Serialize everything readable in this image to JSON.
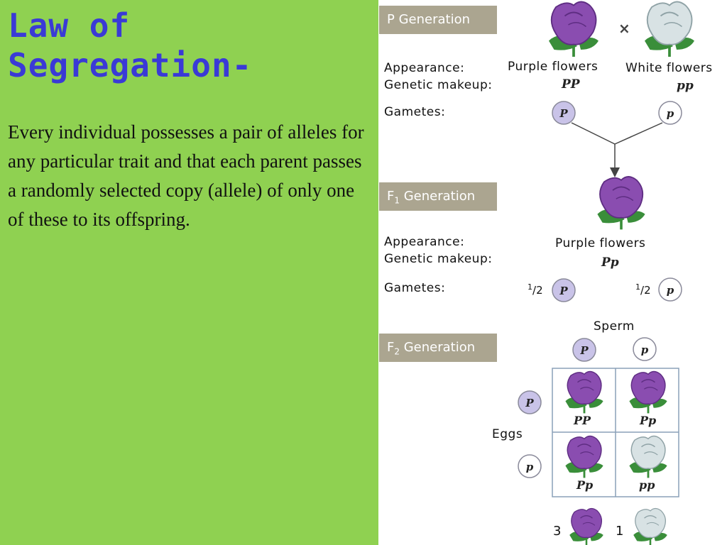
{
  "slide": {
    "title_line1": "Law of",
    "title_line2": "Segregation-",
    "body": "Every individual possesses a pair of alleles for any particular trait and that each parent passes a randomly selected copy (allele) of only one of these to its offspring."
  },
  "diagram": {
    "p_generation": {
      "label": "P Generation",
      "cross_symbol": "×",
      "appearance_label": "Appearance:",
      "genetic_makeup_label": "Genetic makeup:",
      "gametes_label": "Gametes:",
      "parent1": {
        "appearance": "Purple flowers",
        "genotype": "PP",
        "gamete": "P"
      },
      "parent2": {
        "appearance": "White flowers",
        "genotype": "pp",
        "gamete": "p"
      }
    },
    "f1_generation": {
      "label_prefix": "F",
      "label_sub": "1",
      "label_suffix": " Generation",
      "appearance_label": "Appearance:",
      "genetic_makeup_label": "Genetic makeup:",
      "gametes_label": "Gametes:",
      "appearance": "Purple flowers",
      "genotype": "Pp",
      "gamete1": {
        "num": "1",
        "den": "2",
        "allele": "P"
      },
      "gamete2": {
        "num": "1",
        "den": "2",
        "allele": "p"
      }
    },
    "f2_generation": {
      "label_prefix": "F",
      "label_sub": "2",
      "label_suffix": " Generation",
      "sperm_label": "Sperm",
      "eggs_label": "Eggs",
      "sperm": [
        "P",
        "p"
      ],
      "eggs": [
        "P",
        "p"
      ],
      "grid": [
        [
          {
            "genotype": "PP",
            "color": "purple"
          },
          {
            "genotype": "Pp",
            "color": "purple"
          }
        ],
        [
          {
            "genotype": "Pp",
            "color": "purple"
          },
          {
            "genotype": "pp",
            "color": "white"
          }
        ]
      ],
      "ratio_purple": "3",
      "ratio_white": "1"
    },
    "colors": {
      "purple_flower": "#8a4db0",
      "white_flower": "#d8e2e4",
      "dominant_allele_circle": "#c9c3e8",
      "recessive_allele_circle": "#ffffff",
      "generation_label_bg": "#aba590",
      "slide_bg": "#8fd151",
      "title_color": "#3a3ad6"
    }
  }
}
